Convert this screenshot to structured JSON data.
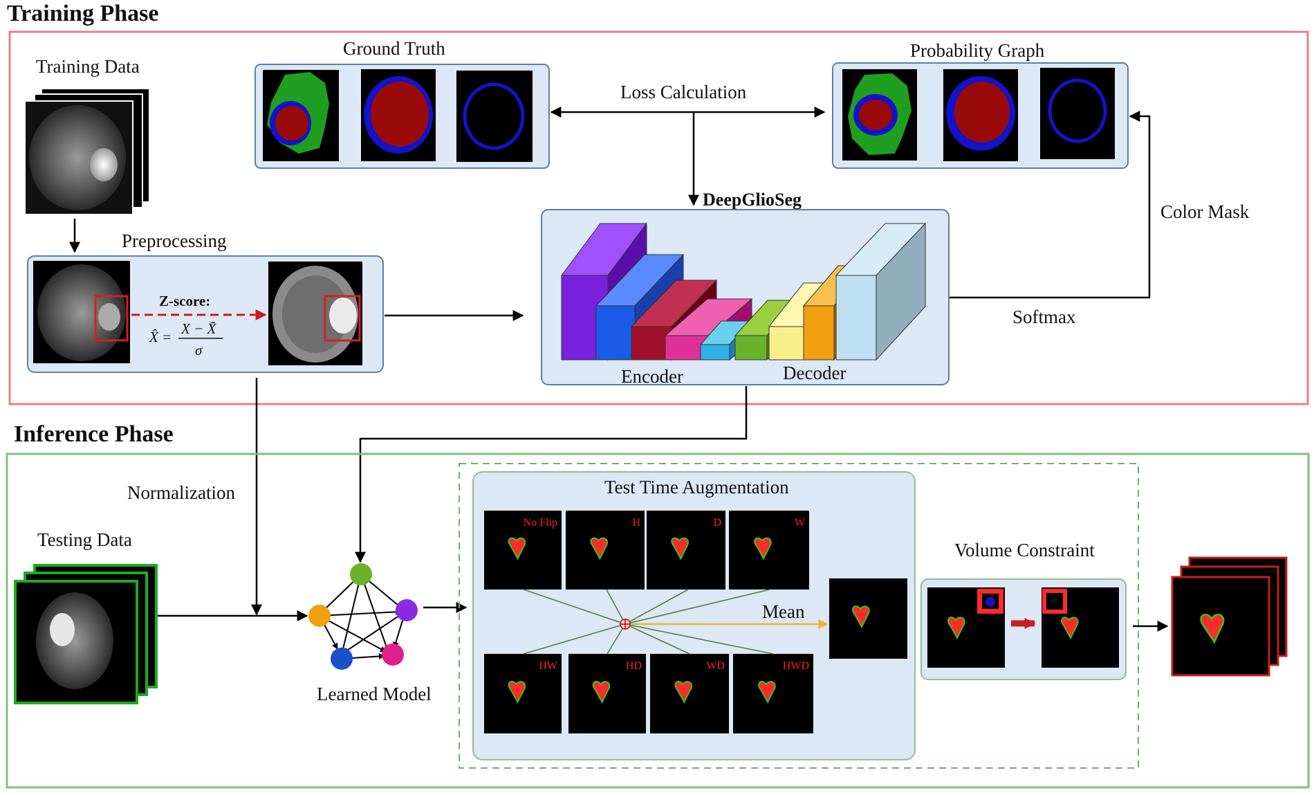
{
  "phases": {
    "training": "Training Phase",
    "inference": "Inference Phase"
  },
  "training": {
    "training_data": "Training Data",
    "ground_truth": "Ground Truth",
    "probability_graph": "Probability Graph",
    "loss_calculation": "Loss Calculation",
    "preprocessing": "Preprocessing",
    "zscore_title": "Z-score:",
    "model_name": "DeepGlioSeg",
    "encoder": "Encoder",
    "decoder": "Decoder",
    "color_mask": "Color Mask",
    "softmax": "Softmax"
  },
  "inference": {
    "normalization": "Normalization",
    "testing_data": "Testing Data",
    "learned_model": "Learned Model",
    "tta_title": "Test Time Augmentation",
    "tta_tags": [
      "No Flip",
      "H",
      "D",
      "W",
      "HW",
      "HD",
      "WD",
      "HWD"
    ],
    "mean": "Mean",
    "volume_constraint": "Volume Constraint"
  },
  "colors": {
    "training_border": "#e88080",
    "inference_border": "#7dc27d",
    "panel_fill": "#dce8f5",
    "panel_stroke": "#5b7fa6",
    "arrow_red": "#c81e1e",
    "mean_arrow": "#f0b429",
    "tumor_red": "#ff2a2a",
    "edema_green": "#39c41f",
    "label_blue": "#1313c8"
  }
}
